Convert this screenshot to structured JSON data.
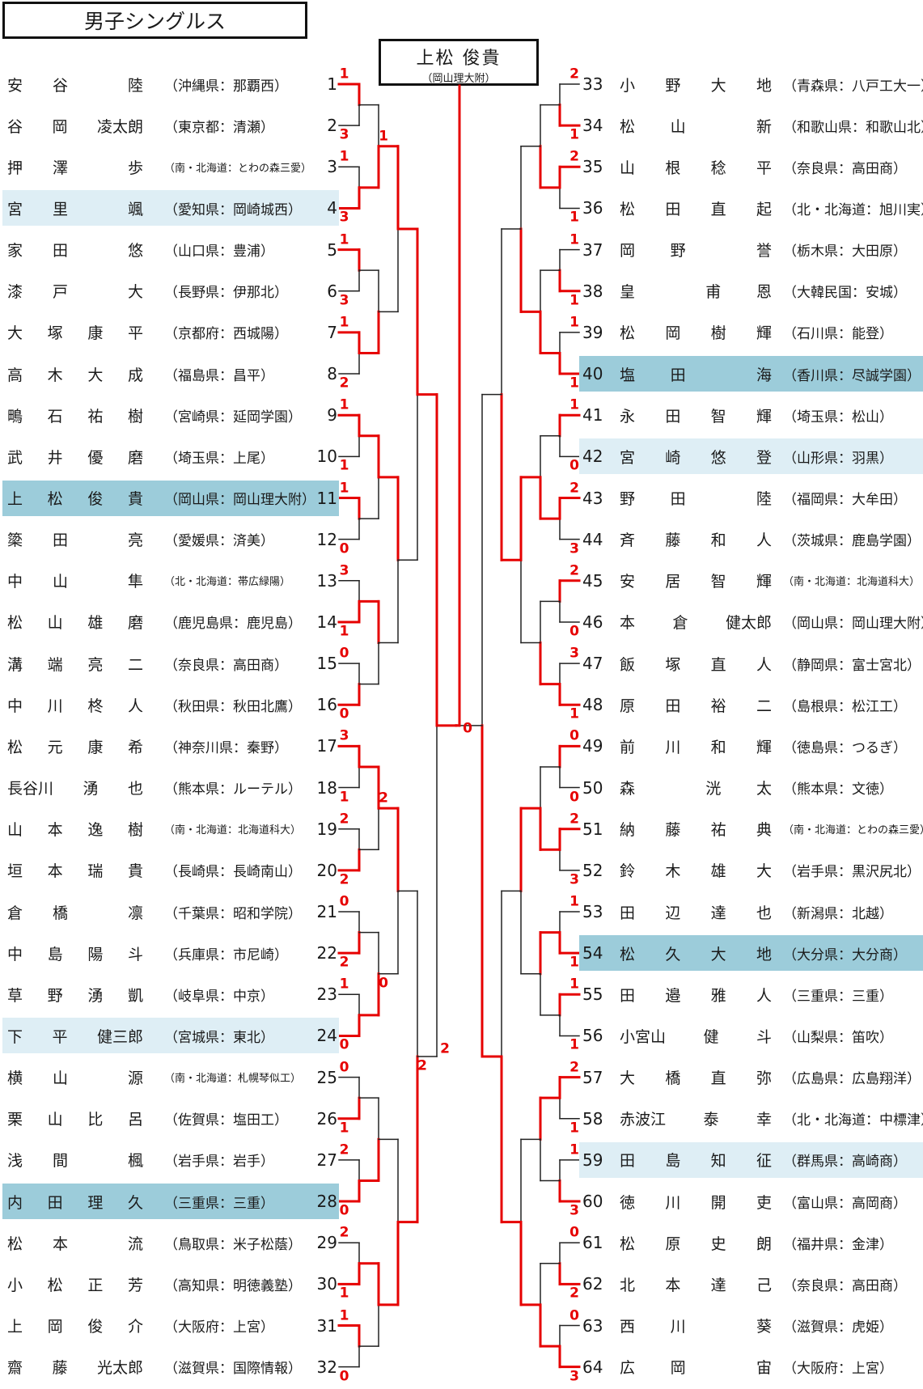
{
  "title": "男子シングルス",
  "champion": {
    "name": "上松 俊貴",
    "school": "（岡山理大附）"
  },
  "colors": {
    "win_line": "#e60000",
    "lose_line": "#222222",
    "highlight_light": "#deeef5",
    "highlight_dark": "#9cccda"
  },
  "players": [
    {
      "seed": "1",
      "name": [
        "安",
        "谷",
        "",
        "陸"
      ],
      "school": "（沖縄県：那覇西）",
      "hl": 0
    },
    {
      "seed": "2",
      "name": [
        "谷",
        "岡",
        "凌太朗"
      ],
      "school": "（東京都：清瀬）",
      "hl": 0
    },
    {
      "seed": "3",
      "name": [
        "押",
        "澤",
        "",
        "歩"
      ],
      "school": "（南・北海道：とわの森三愛）",
      "hl": 0,
      "small": true
    },
    {
      "seed": "4",
      "name": [
        "宮",
        "里",
        "",
        "颯"
      ],
      "school": "（愛知県：岡崎城西）",
      "hl": 1
    },
    {
      "seed": "5",
      "name": [
        "家",
        "田",
        "",
        "悠"
      ],
      "school": "（山口県：豊浦）",
      "hl": 0
    },
    {
      "seed": "6",
      "name": [
        "漆",
        "戸",
        "",
        "大"
      ],
      "school": "（長野県：伊那北）",
      "hl": 0
    },
    {
      "seed": "7",
      "name": [
        "大",
        "塚",
        "康",
        "平"
      ],
      "school": "（京都府：西城陽）",
      "hl": 0
    },
    {
      "seed": "8",
      "name": [
        "高",
        "木",
        "大",
        "成"
      ],
      "school": "（福島県：昌平）",
      "hl": 0
    },
    {
      "seed": "9",
      "name": [
        "鴫",
        "石",
        "祐",
        "樹"
      ],
      "school": "（宮崎県：延岡学園）",
      "hl": 0
    },
    {
      "seed": "10",
      "name": [
        "武",
        "井",
        "優",
        "磨"
      ],
      "school": "（埼玉県：上尾）",
      "hl": 0
    },
    {
      "seed": "11",
      "name": [
        "上",
        "松",
        "俊",
        "貴"
      ],
      "school": "（岡山県：岡山理大附）",
      "hl": 2
    },
    {
      "seed": "12",
      "name": [
        "簗",
        "田",
        "",
        "亮"
      ],
      "school": "（愛媛県：済美）",
      "hl": 0
    },
    {
      "seed": "13",
      "name": [
        "中",
        "山",
        "",
        "隼"
      ],
      "school": "（北・北海道：帯広緑陽）",
      "hl": 0,
      "small": true
    },
    {
      "seed": "14",
      "name": [
        "松",
        "山",
        "雄",
        "磨"
      ],
      "school": "（鹿児島県：鹿児島）",
      "hl": 0
    },
    {
      "seed": "15",
      "name": [
        "溝",
        "端",
        "亮",
        "二"
      ],
      "school": "（奈良県：高田商）",
      "hl": 0
    },
    {
      "seed": "16",
      "name": [
        "中",
        "川",
        "柊",
        "人"
      ],
      "school": "（秋田県：秋田北鷹）",
      "hl": 0
    },
    {
      "seed": "17",
      "name": [
        "松",
        "元",
        "康",
        "希"
      ],
      "school": "（神奈川県：秦野）",
      "hl": 0
    },
    {
      "seed": "18",
      "name": [
        "長谷川",
        "湧",
        "也"
      ],
      "school": "（熊本県：ルーテル）",
      "hl": 0
    },
    {
      "seed": "19",
      "name": [
        "山",
        "本",
        "逸",
        "樹"
      ],
      "school": "（南・北海道：北海道科大）",
      "hl": 0,
      "small": true
    },
    {
      "seed": "20",
      "name": [
        "垣",
        "本",
        "瑞",
        "貴"
      ],
      "school": "（長崎県：長崎南山）",
      "hl": 0
    },
    {
      "seed": "21",
      "name": [
        "倉",
        "橋",
        "",
        "凛"
      ],
      "school": "（千葉県：昭和学院）",
      "hl": 0
    },
    {
      "seed": "22",
      "name": [
        "中",
        "島",
        "陽",
        "斗"
      ],
      "school": "（兵庫県：市尼崎）",
      "hl": 0
    },
    {
      "seed": "23",
      "name": [
        "草",
        "野",
        "湧",
        "凱"
      ],
      "school": "（岐阜県：中京）",
      "hl": 0
    },
    {
      "seed": "24",
      "name": [
        "下",
        "平",
        "健三郎"
      ],
      "school": "（宮城県：東北）",
      "hl": 1
    },
    {
      "seed": "25",
      "name": [
        "横",
        "山",
        "",
        "源"
      ],
      "school": "（南・北海道：札幌琴似工）",
      "hl": 0,
      "small": true
    },
    {
      "seed": "26",
      "name": [
        "栗",
        "山",
        "比",
        "呂"
      ],
      "school": "（佐賀県：塩田工）",
      "hl": 0
    },
    {
      "seed": "27",
      "name": [
        "浅",
        "間",
        "",
        "楓"
      ],
      "school": "（岩手県：岩手）",
      "hl": 0
    },
    {
      "seed": "28",
      "name": [
        "内",
        "田",
        "理",
        "久"
      ],
      "school": "（三重県：三重）",
      "hl": 2
    },
    {
      "seed": "29",
      "name": [
        "松",
        "本",
        "",
        "流"
      ],
      "school": "（鳥取県：米子松蔭）",
      "hl": 0
    },
    {
      "seed": "30",
      "name": [
        "小",
        "松",
        "正",
        "芳"
      ],
      "school": "（高知県：明徳義塾）",
      "hl": 0
    },
    {
      "seed": "31",
      "name": [
        "上",
        "岡",
        "俊",
        "介"
      ],
      "school": "（大阪府：上宮）",
      "hl": 0
    },
    {
      "seed": "32",
      "name": [
        "齋",
        "藤",
        "光太郎"
      ],
      "school": "（滋賀県：国際情報）",
      "hl": 0
    },
    {
      "seed": "33",
      "name": [
        "小",
        "野",
        "大",
        "地"
      ],
      "school": "（青森県：八戸工大一）",
      "hl": 0
    },
    {
      "seed": "34",
      "name": [
        "松",
        "山",
        "",
        "新"
      ],
      "school": "（和歌山県：和歌山北）",
      "hl": 0
    },
    {
      "seed": "35",
      "name": [
        "山",
        "根",
        "稔",
        "平"
      ],
      "school": "（奈良県：高田商）",
      "hl": 0
    },
    {
      "seed": "36",
      "name": [
        "松",
        "田",
        "直",
        "起"
      ],
      "school": "（北・北海道：旭川実）",
      "hl": 0
    },
    {
      "seed": "37",
      "name": [
        "岡",
        "野",
        "",
        "誉"
      ],
      "school": "（栃木県：大田原）",
      "hl": 0
    },
    {
      "seed": "38",
      "name": [
        "皇",
        "",
        "甫",
        "恩"
      ],
      "school": "（大韓民国：安城）",
      "hl": 0
    },
    {
      "seed": "39",
      "name": [
        "松",
        "岡",
        "樹",
        "輝"
      ],
      "school": "（石川県：能登）",
      "hl": 0
    },
    {
      "seed": "40",
      "name": [
        "塩",
        "田",
        "",
        "海"
      ],
      "school": "（香川県：尽誠学園）",
      "hl": 2
    },
    {
      "seed": "41",
      "name": [
        "永",
        "田",
        "智",
        "輝"
      ],
      "school": "（埼玉県：松山）",
      "hl": 0
    },
    {
      "seed": "42",
      "name": [
        "宮",
        "崎",
        "悠",
        "登"
      ],
      "school": "（山形県：羽黒）",
      "hl": 1
    },
    {
      "seed": "43",
      "name": [
        "野",
        "田",
        "",
        "陸"
      ],
      "school": "（福岡県：大牟田）",
      "hl": 0
    },
    {
      "seed": "44",
      "name": [
        "斉",
        "藤",
        "和",
        "人"
      ],
      "school": "（茨城県：鹿島学園）",
      "hl": 0
    },
    {
      "seed": "45",
      "name": [
        "安",
        "居",
        "智",
        "輝"
      ],
      "school": "（南・北海道：北海道科大）",
      "hl": 0,
      "small": true
    },
    {
      "seed": "46",
      "name": [
        "本",
        "倉",
        "健太郎"
      ],
      "school": "（岡山県：岡山理大附）",
      "hl": 0
    },
    {
      "seed": "47",
      "name": [
        "飯",
        "塚",
        "直",
        "人"
      ],
      "school": "（静岡県：富士宮北）",
      "hl": 0
    },
    {
      "seed": "48",
      "name": [
        "原",
        "田",
        "裕",
        "二"
      ],
      "school": "（島根県：松江工）",
      "hl": 0
    },
    {
      "seed": "49",
      "name": [
        "前",
        "川",
        "和",
        "輝"
      ],
      "school": "（徳島県：つるぎ）",
      "hl": 0
    },
    {
      "seed": "50",
      "name": [
        "森",
        "",
        "洸",
        "太"
      ],
      "school": "（熊本県：文徳）",
      "hl": 0
    },
    {
      "seed": "51",
      "name": [
        "納",
        "藤",
        "祐",
        "典"
      ],
      "school": "（南・北海道：とわの森三愛）",
      "hl": 0,
      "small": true
    },
    {
      "seed": "52",
      "name": [
        "鈴",
        "木",
        "雄",
        "大"
      ],
      "school": "（岩手県：黒沢尻北）",
      "hl": 0
    },
    {
      "seed": "53",
      "name": [
        "田",
        "辺",
        "達",
        "也"
      ],
      "school": "（新潟県：北越）",
      "hl": 0
    },
    {
      "seed": "54",
      "name": [
        "松",
        "久",
        "大",
        "地"
      ],
      "school": "（大分県：大分商）",
      "hl": 2
    },
    {
      "seed": "55",
      "name": [
        "田",
        "邉",
        "雅",
        "人"
      ],
      "school": "（三重県：三重）",
      "hl": 0
    },
    {
      "seed": "56",
      "name": [
        "小宮山",
        "健",
        "斗"
      ],
      "school": "（山梨県：笛吹）",
      "hl": 0
    },
    {
      "seed": "57",
      "name": [
        "大",
        "橋",
        "直",
        "弥"
      ],
      "school": "（広島県：広島翔洋）",
      "hl": 0
    },
    {
      "seed": "58",
      "name": [
        "赤波江",
        "泰",
        "幸"
      ],
      "school": "（北・北海道：中標津）",
      "hl": 0
    },
    {
      "seed": "59",
      "name": [
        "田",
        "島",
        "知",
        "征"
      ],
      "school": "（群馬県：高崎商）",
      "hl": 1
    },
    {
      "seed": "60",
      "name": [
        "徳",
        "川",
        "開",
        "吏"
      ],
      "school": "（富山県：高岡商）",
      "hl": 0
    },
    {
      "seed": "61",
      "name": [
        "松",
        "原",
        "史",
        "朗"
      ],
      "school": "（福井県：金津）",
      "hl": 0
    },
    {
      "seed": "62",
      "name": [
        "北",
        "本",
        "達",
        "己"
      ],
      "school": "（奈良県：高田商）",
      "hl": 0
    },
    {
      "seed": "63",
      "name": [
        "西",
        "川",
        "",
        "葵"
      ],
      "school": "（滋賀県：虎姫）",
      "hl": 0
    },
    {
      "seed": "64",
      "name": [
        "広",
        "岡",
        "",
        "宙"
      ],
      "school": "（大阪府：上宮）",
      "hl": 0
    }
  ],
  "bracket": {
    "r1": [
      {
        "winner": 0,
        "scores": [
          "1",
          "3"
        ]
      },
      {
        "winner": 1,
        "scores": [
          "1",
          "3"
        ]
      },
      {
        "winner": 0,
        "scores": [
          "1",
          "3"
        ]
      },
      {
        "winner": 0,
        "scores": [
          "1",
          "2"
        ]
      },
      {
        "winner": 0,
        "scores": [
          "1",
          "1"
        ]
      },
      {
        "winner": 0,
        "scores": [
          "1",
          "0"
        ]
      },
      {
        "winner": 1,
        "scores": [
          "3",
          "1"
        ]
      },
      {
        "winner": 1,
        "scores": [
          "0",
          "0"
        ]
      },
      {
        "winner": 0,
        "scores": [
          "3",
          "1"
        ]
      },
      {
        "winner": 1,
        "scores": [
          "2",
          "2"
        ]
      },
      {
        "winner": 1,
        "scores": [
          "0",
          "2"
        ]
      },
      {
        "winner": 1,
        "scores": [
          "1",
          "0"
        ]
      },
      {
        "winner": 1,
        "scores": [
          "0",
          "1"
        ]
      },
      {
        "winner": 1,
        "scores": [
          "2",
          "0"
        ]
      },
      {
        "winner": 1,
        "scores": [
          "2",
          "1"
        ]
      },
      {
        "winner": 0,
        "scores": [
          "1",
          "0"
        ]
      },
      {
        "winner": 1,
        "scores": [
          "2",
          "1"
        ]
      },
      {
        "winner": 0,
        "scores": [
          "2",
          "1"
        ]
      },
      {
        "winner": 1,
        "scores": [
          "1",
          "1"
        ]
      },
      {
        "winner": 1,
        "scores": [
          "1",
          "1"
        ]
      },
      {
        "winner": 0,
        "scores": [
          "1",
          "0"
        ]
      },
      {
        "winner": 0,
        "scores": [
          "2",
          "3"
        ]
      },
      {
        "winner": 0,
        "scores": [
          "2",
          "0"
        ]
      },
      {
        "winner": 1,
        "scores": [
          "3",
          "1"
        ]
      },
      {
        "winner": 0,
        "scores": [
          "0",
          "0"
        ]
      },
      {
        "winner": 0,
        "scores": [
          "2",
          "3"
        ]
      },
      {
        "winner": 1,
        "scores": [
          "1",
          "1"
        ]
      },
      {
        "winner": 0,
        "scores": [
          "1",
          "1"
        ]
      },
      {
        "winner": 0,
        "scores": [
          "2",
          "1"
        ]
      },
      {
        "winner": 1,
        "scores": [
          "1",
          "3"
        ]
      },
      {
        "winner": 1,
        "scores": [
          "0",
          "2"
        ]
      },
      {
        "winner": 1,
        "scores": [
          "0",
          "3"
        ]
      }
    ],
    "r2": [
      {
        "winner": 1,
        "scores": [
          "",
          ""
        ]
      },
      {
        "winner": 1,
        "scores": [
          "",
          ""
        ]
      },
      {
        "winner": 0,
        "scores": [
          "",
          ""
        ]
      },
      {
        "winner": 0,
        "scores": [
          "",
          ""
        ]
      },
      {
        "winner": 0,
        "scores": [
          "",
          ""
        ]
      },
      {
        "winner": 1,
        "scores": [
          "",
          ""
        ]
      },
      {
        "winner": 1,
        "scores": [
          "",
          ""
        ]
      },
      {
        "winner": 0,
        "scores": [
          "",
          ""
        ]
      },
      {
        "winner": 1,
        "scores": [
          "",
          ""
        ]
      },
      {
        "winner": 1,
        "scores": [
          "",
          ""
        ]
      },
      {
        "winner": 1,
        "scores": [
          "",
          ""
        ]
      },
      {
        "winner": 1,
        "scores": [
          "",
          ""
        ]
      },
      {
        "winner": 1,
        "scores": [
          "",
          ""
        ]
      },
      {
        "winner": 0,
        "scores": [
          "",
          ""
        ]
      },
      {
        "winner": 0,
        "scores": [
          "",
          ""
        ]
      },
      {
        "winner": 1,
        "scores": [
          "",
          ""
        ]
      }
    ],
    "r3": [
      {
        "winner": 0,
        "scores": [
          "1",
          ""
        ]
      },
      {
        "winner": 0,
        "scores": [
          "",
          ""
        ]
      },
      {
        "winner": 0,
        "scores": [
          "2",
          "0"
        ]
      },
      {
        "winner": 1,
        "scores": [
          "",
          ""
        ]
      },
      {
        "winner": 1,
        "scores": [
          "",
          ""
        ]
      },
      {
        "winner": 0,
        "scores": [
          "",
          ""
        ]
      },
      {
        "winner": 0,
        "scores": [
          "",
          ""
        ]
      },
      {
        "winner": 1,
        "scores": [
          "",
          ""
        ]
      }
    ],
    "r4": [
      {
        "winner": 0,
        "scores": [
          "",
          ""
        ]
      },
      {
        "winner": 1,
        "scores": [
          "",
          ""
        ]
      },
      {
        "winner": 1,
        "scores": [
          "",
          ""
        ]
      },
      {
        "winner": 1,
        "scores": [
          "",
          ""
        ]
      }
    ],
    "r5": [
      {
        "winner": 0,
        "scores": [
          "",
          "2"
        ]
      },
      {
        "winner": 1,
        "scores": [
          "",
          ""
        ]
      }
    ],
    "r6": [
      {
        "winner": 0,
        "scores": [
          "",
          "0"
        ]
      }
    ]
  }
}
